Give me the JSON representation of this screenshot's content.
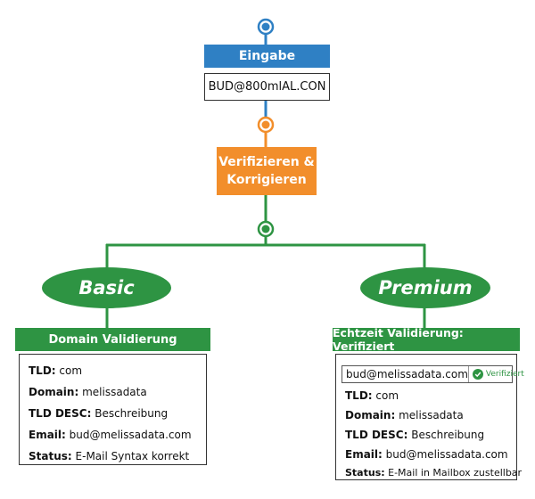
{
  "input": {
    "header": "Eingabe",
    "value": "BUD@800mlAL.CON"
  },
  "process": {
    "line1": "Verifizieren &",
    "line2": "Korrigieren"
  },
  "basic": {
    "label": "Basic",
    "header": "Domain Validierung",
    "rows": [
      {
        "key": "TLD:",
        "value": "com"
      },
      {
        "key": "Domain:",
        "value": "melissadata"
      },
      {
        "key": "TLD DESC:",
        "value": "Beschreibung"
      },
      {
        "key": "Email:",
        "value": "bud@melissadata.com"
      },
      {
        "key": "Status:",
        "value": "E-Mail Syntax korrekt"
      }
    ]
  },
  "premium": {
    "label": "Premium",
    "header": "Echtzeit Validierung: Verifiziert",
    "email_field": "bud@melissadata.com",
    "verified_badge": "Verifiziert",
    "rows": [
      {
        "key": "TLD:",
        "value": "com"
      },
      {
        "key": "Domain:",
        "value": "melissadata"
      },
      {
        "key": "TLD DESC:",
        "value": "Beschreibung"
      },
      {
        "key": "Email:",
        "value": "bud@melissadata.com"
      },
      {
        "key": "Status:",
        "value": "E-Mail in Mailbox zustellbar"
      }
    ]
  },
  "colors": {
    "blue": "#2f80c4",
    "orange": "#f28e2b",
    "green": "#2e9443"
  },
  "icons": [
    "connector-node-icon",
    "check-circle-icon"
  ]
}
